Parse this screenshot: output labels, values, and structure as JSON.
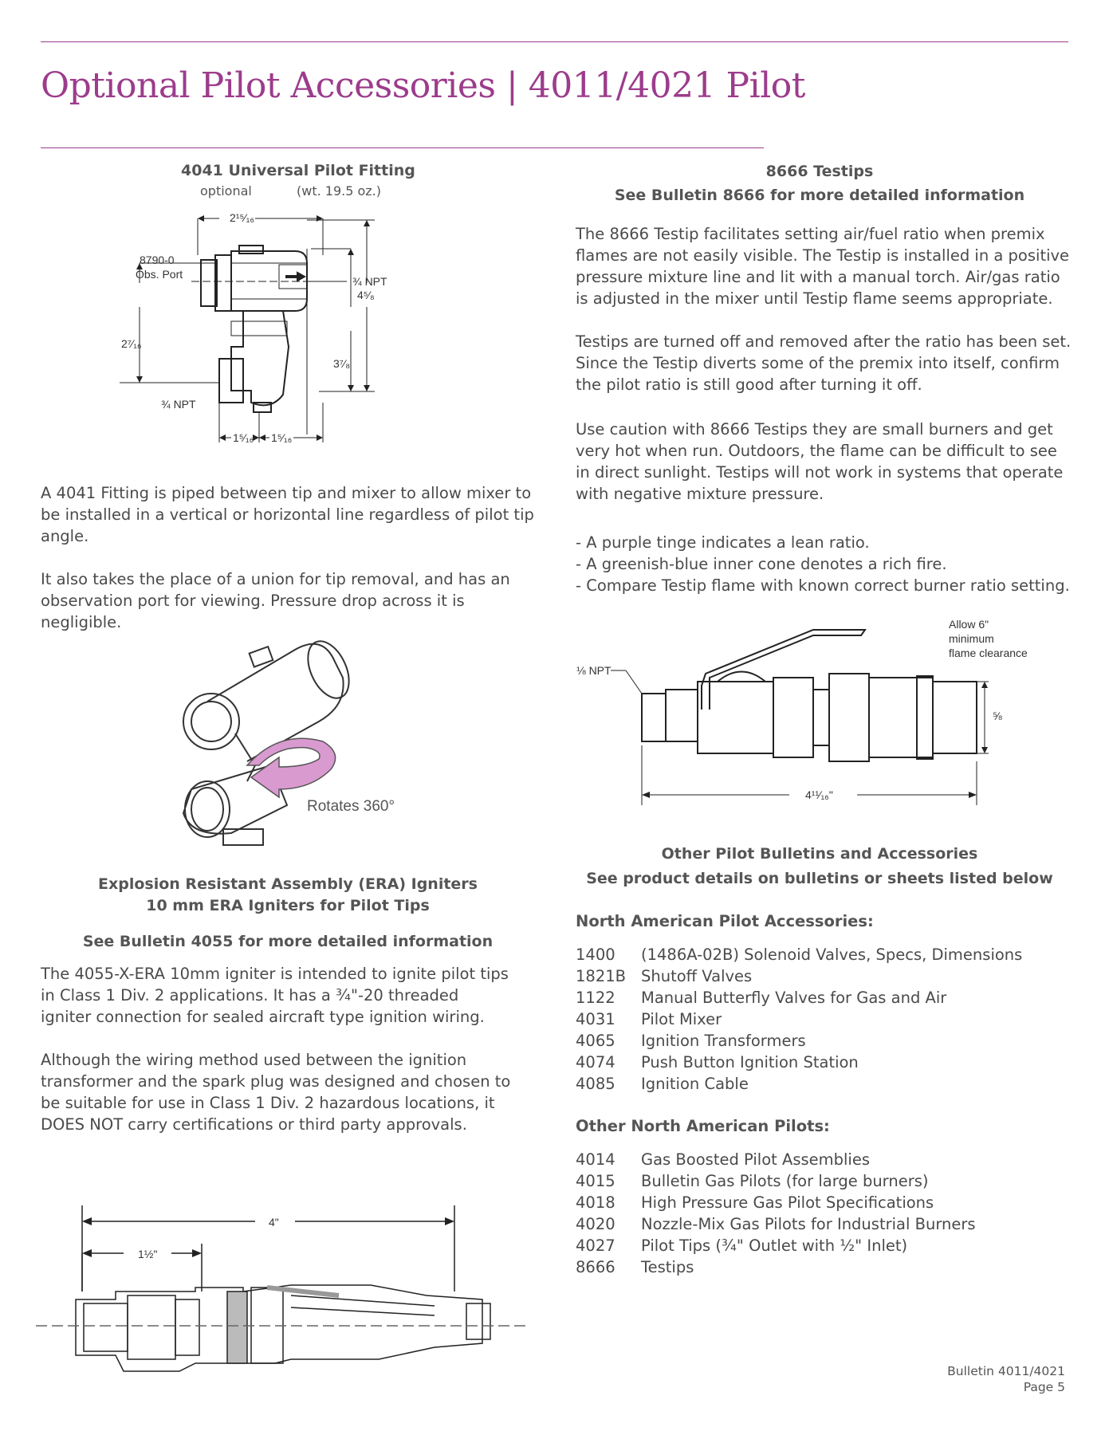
{
  "page": {
    "title": "Optional Pilot Accessories | 4011/4021 Pilot",
    "footer": {
      "bulletin": "Bulletin 4011/4021",
      "page": "Page 5"
    }
  },
  "fitting": {
    "caption": "4041 Universal Pilot Fitting",
    "optional": "optional",
    "weight": "(wt. 19.5 oz.)",
    "labels": {
      "obs_code": "8790-0",
      "obs_port": "Obs. Port",
      "npt_top": "¾ NPT",
      "npt_bottom": "¾ NPT",
      "dim_top": "2¹⁵⁄₁₆",
      "dim_left": "2⁷⁄₁₆",
      "dim_right_outer": "4⁵⁄₈",
      "dim_right_inner": "3⁷⁄₈",
      "dim_bottom_left": "1⁵⁄₁₆",
      "dim_bottom_right": "1⁵⁄₁₆"
    },
    "para1": "A 4041 Fitting is piped between tip and mixer to allow mixer to be installed in a vertical or horizontal line regardless of pilot tip angle.",
    "para2": "It also takes the place of a union for tip removal, and has an observation port for viewing. Pressure drop across it is negligible.",
    "rotates": "Rotates 360°"
  },
  "era": {
    "caption1": "Explosion Resistant Assembly (ERA) Igniters",
    "caption2": "10 mm ERA Igniters for Pilot Tips",
    "see": "See Bulletin 4055 for more detailed information",
    "para1": "The 4055-X-ERA 10mm igniter is intended to ignite pilot tips in Class 1 Div. 2 applications. It has a ¾\"-20 threaded igniter connection for sealed aircraft type ignition wiring.",
    "para2": "Although the wiring method used between the ignition transformer and the spark plug was designed and chosen to be suitable for use in Class 1 Div. 2 hazardous locations, it DOES NOT carry certifications or third party approvals.",
    "dim_total": "4\"",
    "dim_part": "1½\""
  },
  "testips": {
    "caption": "8666 Testips",
    "see": "See Bulletin 8666 for more detailed information",
    "para1": "The 8666 Testip facilitates setting air/fuel ratio when premix flames are not easily visible. The Testip is installed in a positive pressure mixture line and lit with a manual torch. Air/gas ratio is adjusted in the mixer until Testip flame seems appropriate.",
    "para2": "Testips are turned off and removed after the ratio has been set. Since the Testip diverts some of the premix into itself, confirm the pilot ratio is still good after turning it off.",
    "para3": "Use caution with 8666 Testips they are small burners and get very hot when run. Outdoors, the flame can be difficult to see in direct sunlight. Testips will not work in systems that operate with negative mixture pressure.",
    "bullets": [
      "- A purple tinge indicates a lean ratio.",
      "- A greenish-blue inner cone denotes a rich fire.",
      "- Compare Testip flame with known correct burner ratio setting."
    ],
    "drawing": {
      "npt": "⅛ NPT",
      "allow1": "Allow 6\"",
      "allow2": "minimum",
      "allow3": "flame clearance",
      "dim_height": "⅝",
      "dim_length": "4¹¹⁄₁₆\""
    }
  },
  "other": {
    "caption": "Other Pilot Bulletins and Accessories",
    "sub": "See product details on bulletins or sheets listed below",
    "na_head": "North American Pilot Accessories:",
    "na_items": [
      {
        "code": "1400",
        "desc": "(1486A-02B) Solenoid Valves, Specs, Dimensions"
      },
      {
        "code": "1821B",
        "desc": "Shutoff Valves"
      },
      {
        "code": "1122",
        "desc": "Manual Butterfly Valves for Gas and Air"
      },
      {
        "code": "4031",
        "desc": "Pilot Mixer"
      },
      {
        "code": "4065",
        "desc": "Ignition Transformers"
      },
      {
        "code": "4074",
        "desc": "Push Button Ignition Station"
      },
      {
        "code": "4085",
        "desc": "Ignition Cable"
      }
    ],
    "pilots_head": "Other North American Pilots:",
    "pilot_items": [
      {
        "code": "4014",
        "desc": "Gas Boosted Pilot Assemblies"
      },
      {
        "code": "4015",
        "desc": "Bulletin Gas Pilots (for large burners)"
      },
      {
        "code": "4018",
        "desc": "High Pressure Gas Pilot Specifications"
      },
      {
        "code": "4020",
        "desc": "Nozzle-Mix Gas Pilots for Industrial Burners"
      },
      {
        "code": "4027",
        "desc": "Pilot Tips (¾\" Outlet with ½\" Inlet)"
      },
      {
        "code": "8666",
        "desc": "Testips"
      }
    ]
  },
  "colors": {
    "accent": "#9c3c8c",
    "text": "#4a4a4a",
    "arrow": "#d99ad0"
  }
}
